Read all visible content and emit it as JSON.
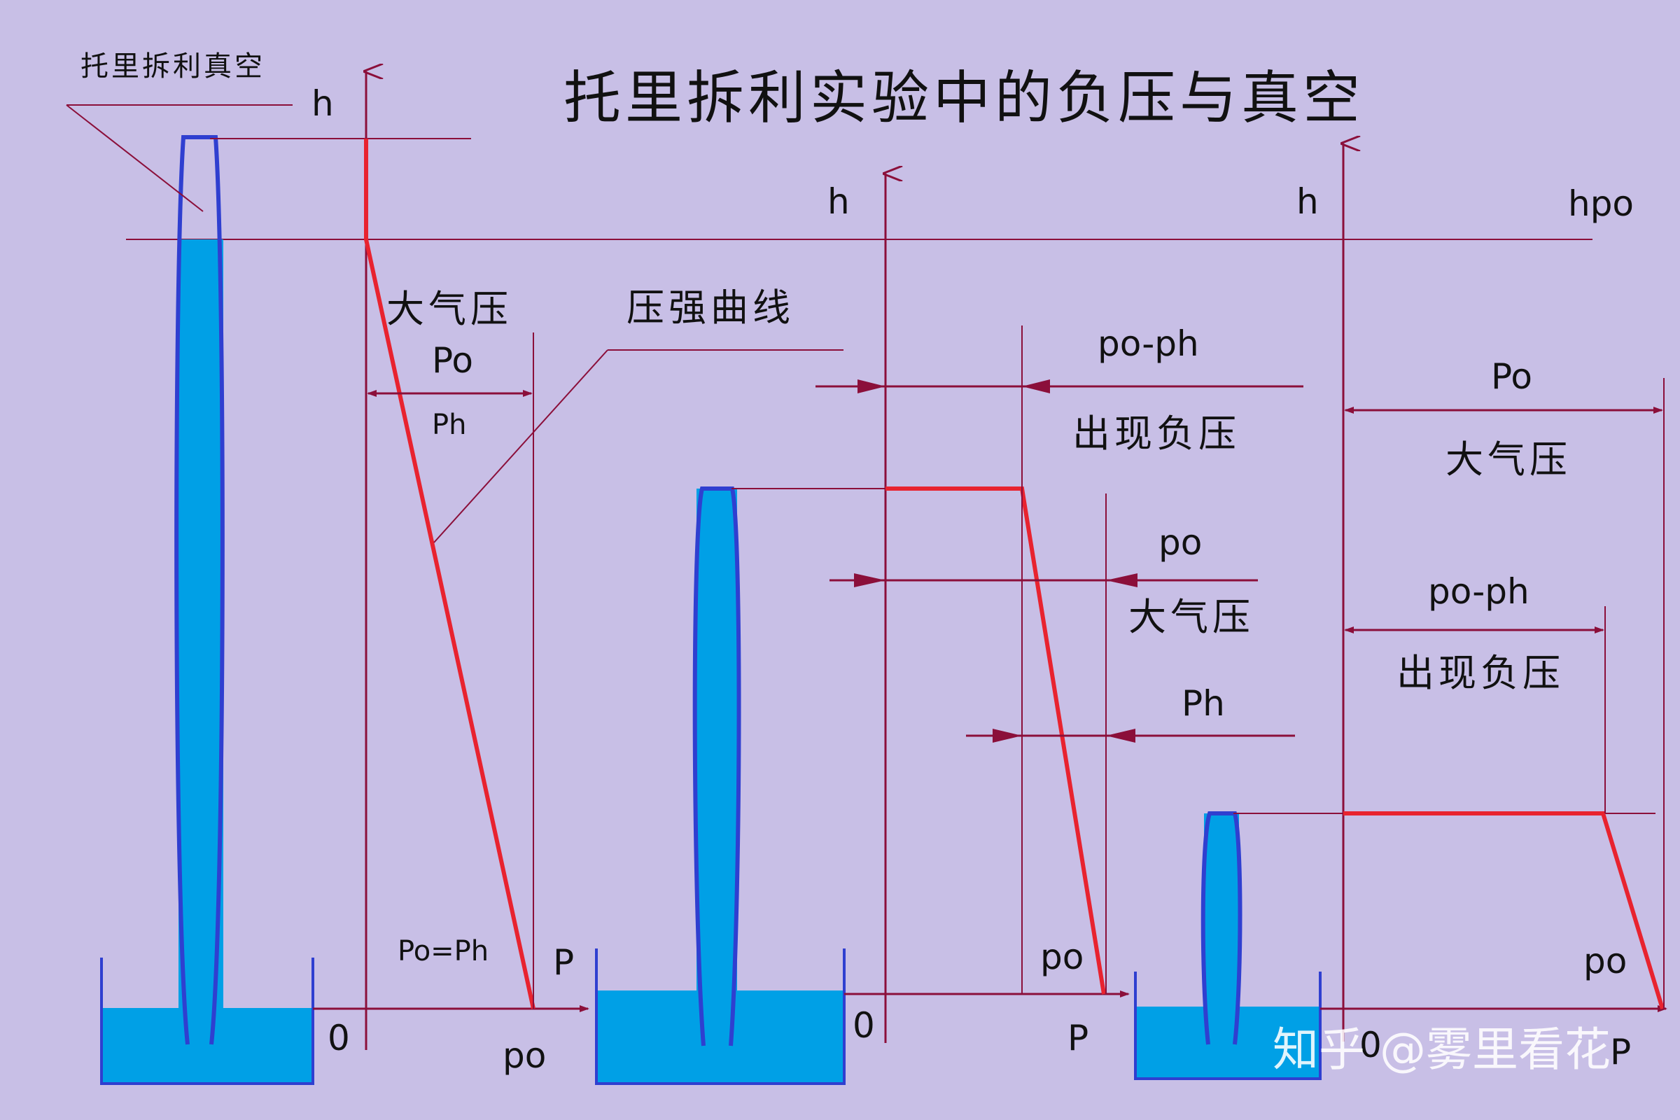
{
  "title": "托里拆利实验中的负压与真空",
  "vacuum_label": "托里拆利真空",
  "pressure_curve_label": "压强曲线",
  "watermark": "知乎 @雾里看花",
  "colors": {
    "background": "#c8bfe6",
    "water": "#00a0e6",
    "tube_outline": "#2f3fd0",
    "pressure_curve": "#e8232f",
    "guide_line": "#8b0f3a"
  },
  "panel1": {
    "axis_h": "h",
    "axis_p": "P",
    "origin": "0",
    "atm_label": "大气压",
    "po_label": "Po",
    "ph_label": "Ph",
    "equality_label": "Po=Ph",
    "po_axis_label": "po"
  },
  "panel2": {
    "axis_h": "h",
    "axis_p": "P",
    "origin": "0",
    "diff_label": "po-ph",
    "negative_pressure_label": "出现负压",
    "po_label": "po",
    "atm_label": "大气压",
    "ph_label": "Ph",
    "po_axis_label": "po"
  },
  "panel3": {
    "axis_h": "h",
    "axis_p": "P",
    "origin": "0",
    "hpo_label": "hpo",
    "po_label": "Po",
    "atm_label": "大气压",
    "diff_label": "po-ph",
    "negative_pressure_label": "出现负压",
    "po_axis_label": "po"
  }
}
